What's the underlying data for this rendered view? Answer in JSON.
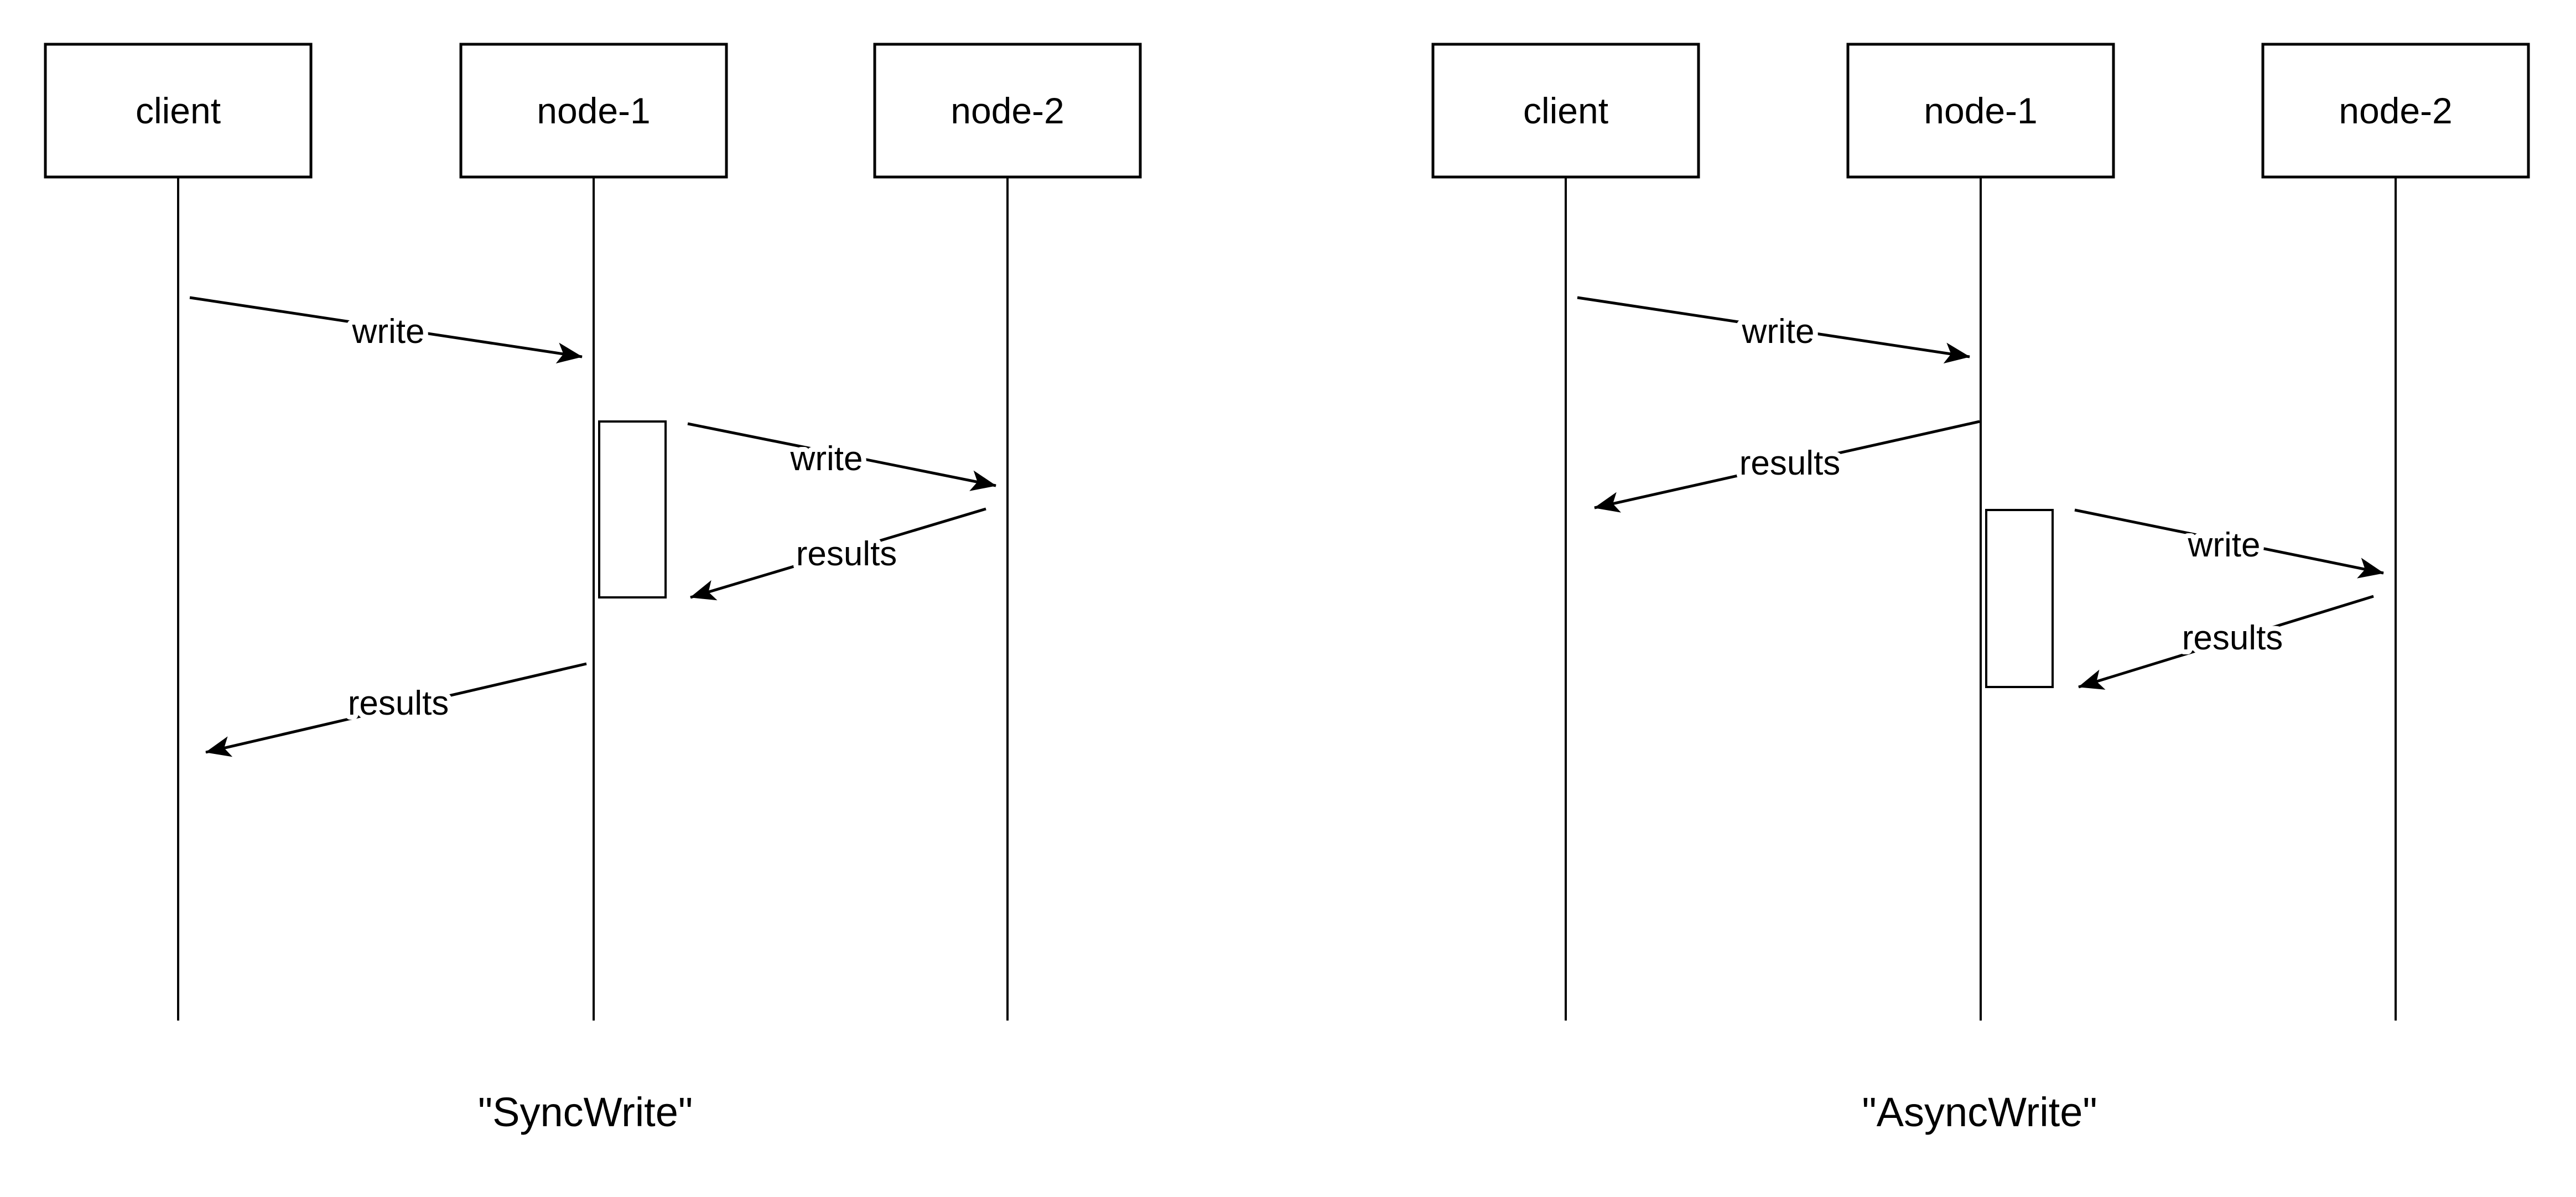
{
  "page": {
    "background_color": "#ffffff",
    "line_color": "#000000"
  },
  "panels": [
    {
      "id": "syncwrite",
      "caption": "\"SyncWrite\"",
      "lifelines": [
        {
          "name": "client"
        },
        {
          "name": "node-1"
        },
        {
          "name": "node-2"
        }
      ],
      "messages": [
        {
          "label": "write",
          "from": "client",
          "to": "node-1"
        },
        {
          "label": "write",
          "from": "node-1",
          "to": "node-2"
        },
        {
          "label": "results",
          "from": "node-2",
          "to": "node-1"
        },
        {
          "label": "results",
          "from": "node-1",
          "to": "client"
        }
      ]
    },
    {
      "id": "asyncwrite",
      "caption": "\"AsyncWrite\"",
      "lifelines": [
        {
          "name": "client"
        },
        {
          "name": "node-1"
        },
        {
          "name": "node-2"
        }
      ],
      "messages": [
        {
          "label": "write",
          "from": "client",
          "to": "node-1"
        },
        {
          "label": "results",
          "from": "node-1",
          "to": "client"
        },
        {
          "label": "write",
          "from": "node-1",
          "to": "node-2"
        },
        {
          "label": "results",
          "from": "node-2",
          "to": "node-1"
        }
      ]
    }
  ]
}
